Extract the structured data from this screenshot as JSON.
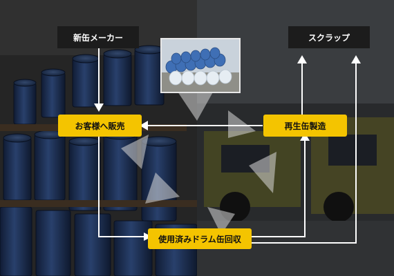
{
  "nodes": {
    "manufacturer": "新缶メーカー",
    "scrap": "スクラップ",
    "customer_sales": "お客様へ販売",
    "recycled_production": "再生缶製造",
    "used_drum_collection": "使用済みドラム缶回収"
  },
  "photo": {
    "description_icon": "drum-stack-photo-icon"
  },
  "colors": {
    "accent": "#f4c400",
    "dark_box": "#1c1c1c",
    "arrow": "#ffffff"
  },
  "icons": [
    "recycle-symbol-icon",
    "drum-stack-photo-icon"
  ]
}
